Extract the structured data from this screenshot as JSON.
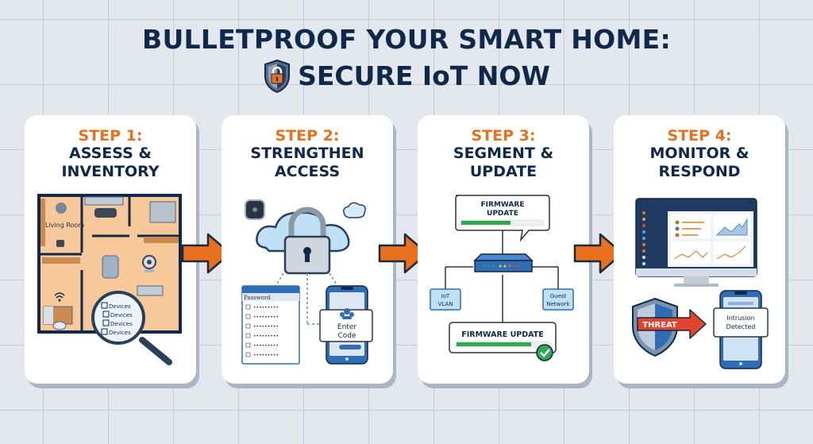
{
  "header": {
    "title_line1": "BULLETPROOF YOUR SMART HOME:",
    "title_line2": "SECURE IoT NOW",
    "icon": "shield-lock-icon"
  },
  "colors": {
    "navy": "#10284a",
    "orange": "#e8701e",
    "green": "#2fa84f",
    "blue": "#2f6db5",
    "light_blue": "#bfe0f5",
    "red": "#e0452b",
    "background": "#e3e8ee"
  },
  "steps": [
    {
      "step_label": "STEP 1:",
      "heading_line1": "ASSESS &",
      "heading_line2": "INVENTORY",
      "illustration": {
        "room_label": "Living Room",
        "checklist": [
          "Devices",
          "Devices",
          "Devices",
          "Devices"
        ],
        "icons": [
          "floor-plan-icon",
          "router-icon",
          "camera-icon",
          "wifi-icon",
          "magnifier-icon"
        ]
      }
    },
    {
      "step_label": "STEP 2:",
      "heading_line1": "STRENGTHEN",
      "heading_line2": "ACCESS",
      "illustration": {
        "password_header": "Password",
        "password_mask": "•••••••••",
        "password_rows": 6,
        "phone_prompt_line1": "Enter",
        "phone_prompt_line2": "Code",
        "icons": [
          "cloud-lock-icon",
          "camera-icon",
          "phone-icon"
        ]
      }
    },
    {
      "step_label": "STEP 3:",
      "heading_line1": "SEGMENT &",
      "heading_line2": "UPDATE",
      "illustration": {
        "bubble_line1": "FIRMWARE",
        "bubble_line2": "UPDATE",
        "bubble_progress": 60,
        "left_node_line1": "IoT",
        "left_node_line2": "VLAN",
        "right_node_line1": "Guest",
        "right_node_line2": "Network",
        "bottom_box": "FIRMWARE UPDATE",
        "bottom_progress": 85,
        "icons": [
          "router-icon",
          "checkmark-icon"
        ]
      }
    },
    {
      "step_label": "STEP 4:",
      "heading_line1": "MONITOR &",
      "heading_line2": "RESPOND",
      "illustration": {
        "threat_label": "THREAT",
        "alert_line1": "Intrusion",
        "alert_line2": "Detected",
        "icons": [
          "monitor-dashboard-icon",
          "shield-icon",
          "phone-icon"
        ]
      }
    }
  ]
}
